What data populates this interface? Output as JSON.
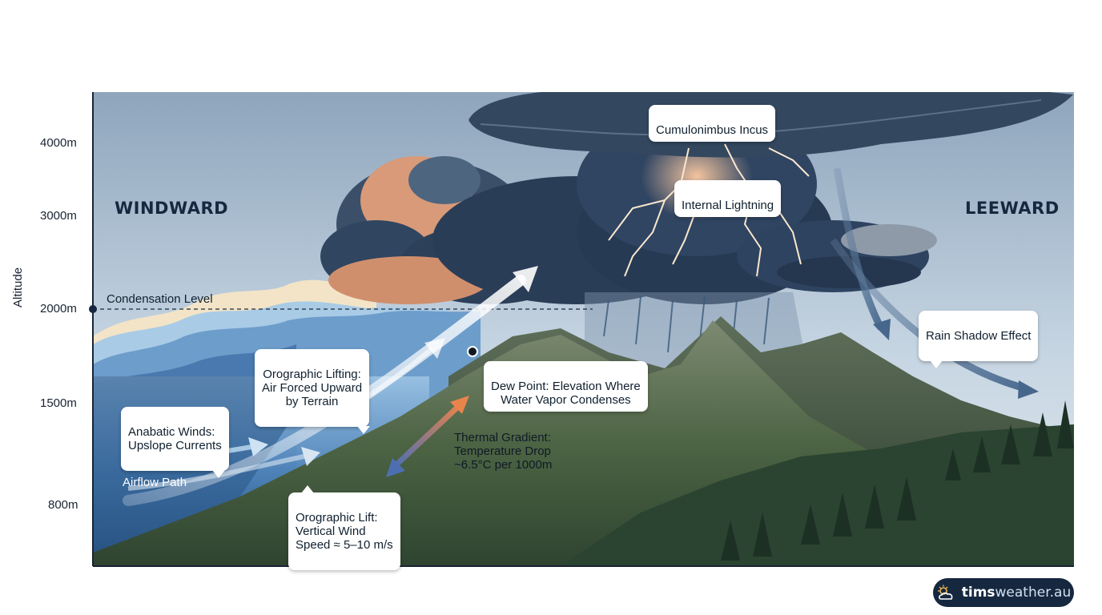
{
  "axis": {
    "title": "Altitude",
    "ticks": [
      {
        "label": "4000m",
        "value": 4000
      },
      {
        "label": "3000m",
        "value": 3000
      },
      {
        "label": "2000m",
        "value": 2000
      },
      {
        "label": "1500m",
        "value": 1500
      },
      {
        "label": "800m",
        "value": 800
      }
    ]
  },
  "sides": {
    "windward": "WINDWARD",
    "leeward": "LEEWARD"
  },
  "levels": {
    "condensation": "Condensation Level"
  },
  "labels": {
    "cumulonimbus": "Cumulonimbus Incus",
    "lightning": "Internal Lightning",
    "rain_shadow": "Rain Shadow Effect",
    "orographic_lifting": "Orographic Lifting:\nAir Forced Upward\nby Terrain",
    "dew_point": "Dew Point: Elevation Where\nWater Vapor Condenses",
    "anabatic": "Anabatic Winds:\nUpslope Currents",
    "airflow": "Airflow Path",
    "orographic_lift": "Orographic Lift:\nVertical Wind\nSpeed ≈ 5–10 m/s",
    "thermal_gradient": "Thermal Gradient:\nTemperature Drop\n~6.5°C per 1000m"
  },
  "brand": {
    "prefix": "tims",
    "suffix": "weather.au",
    "icon": "sun-cloud-icon"
  },
  "colors": {
    "sky_top": "#8fa6bd",
    "sky_bottom": "#dbe6ee",
    "cloud_dark": "#2f4560",
    "cloud_glow": "#e0a37e",
    "mountain": "#4f6646",
    "forest": "#22382a",
    "windward_layer": "#3f73a8",
    "brand_bg": "#16283f"
  }
}
